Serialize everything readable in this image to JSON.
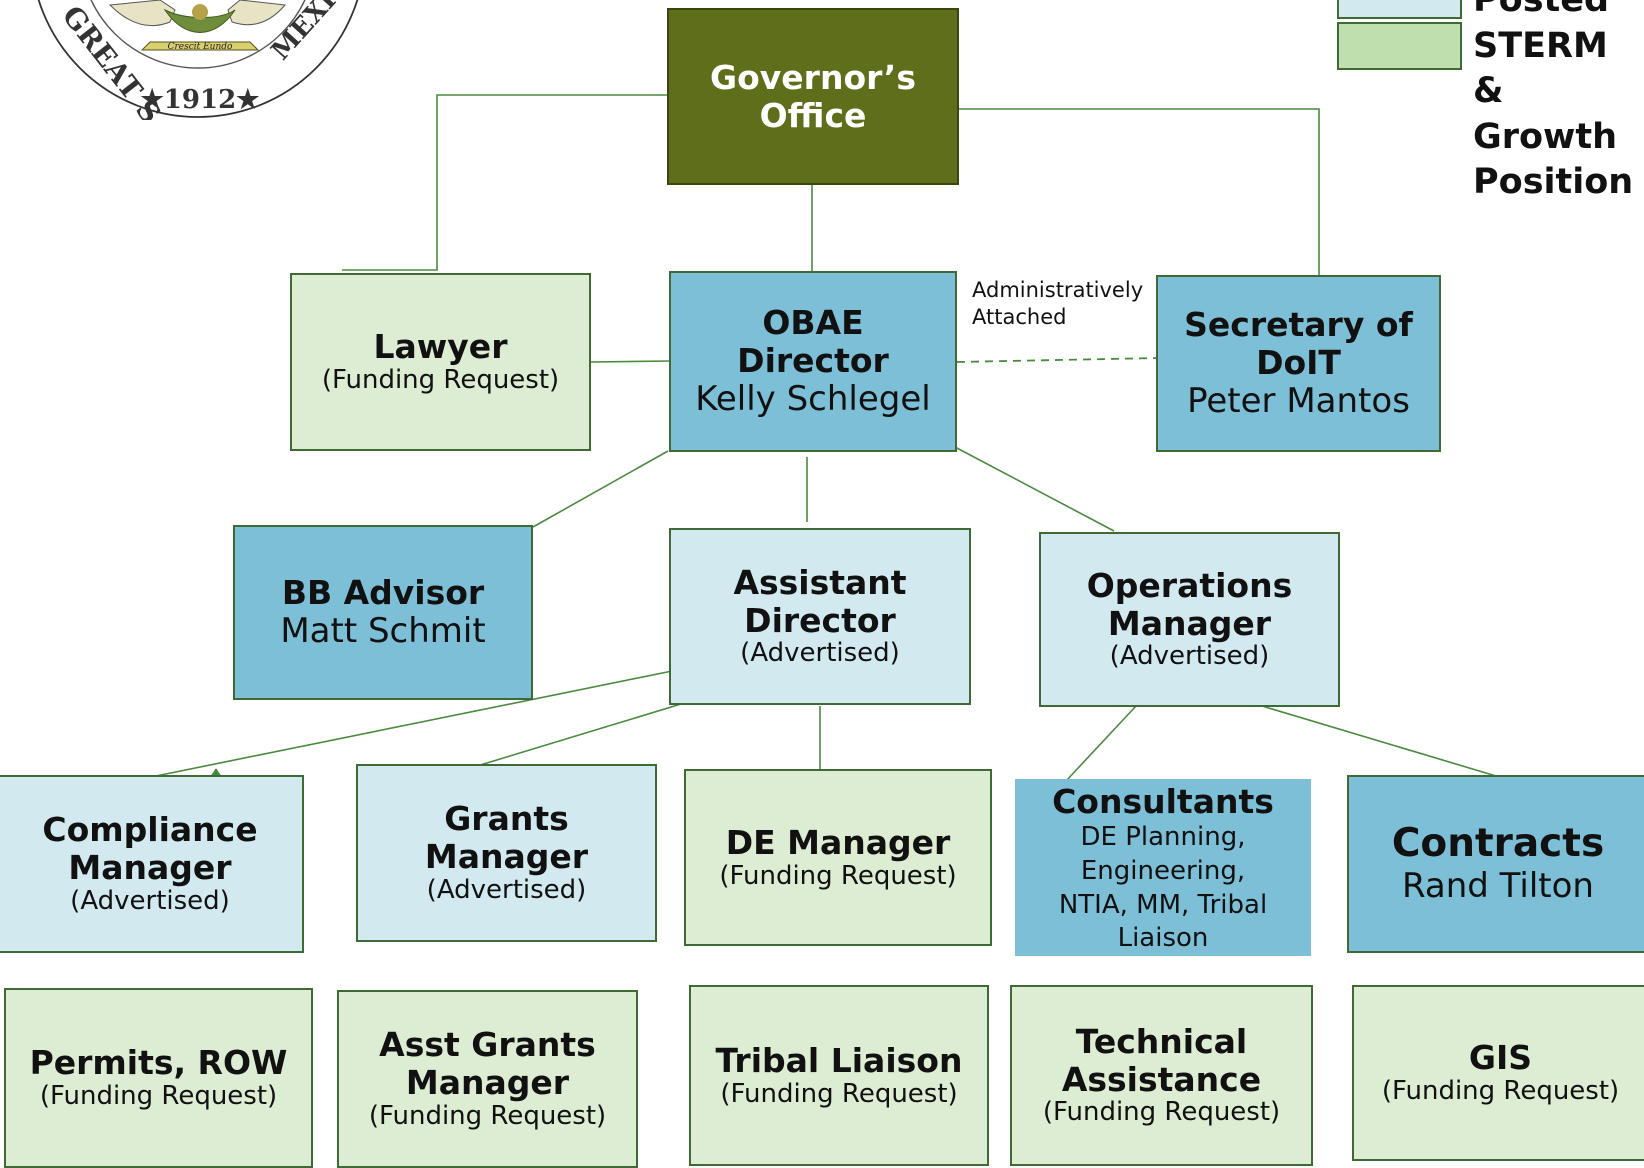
{
  "seal": {
    "ring_text_left": "GREAT S",
    "ring_text_bottom": "★1912★",
    "ring_text_right": "MEXICO",
    "banner": "Crescit Eundo"
  },
  "legend": {
    "line1": "Posted",
    "line2": "STERM &",
    "line3": "Growth",
    "line4": "Position"
  },
  "annotation": {
    "line1": "Administratively",
    "line2": "Attached"
  },
  "nodes": {
    "governor": {
      "line1": "Governor’s",
      "line2": "Office"
    },
    "lawyer": {
      "title": "Lawyer",
      "sub": "(Funding Request)"
    },
    "obae": {
      "line1": "OBAE",
      "line2": "Director",
      "name": "Kelly Schlegel"
    },
    "secretary": {
      "line1": "Secretary of",
      "line2": "DoIT",
      "name": "Peter Mantos"
    },
    "bb_advisor": {
      "title": "BB Advisor",
      "name": "Matt Schmit"
    },
    "assistant_director": {
      "line1": "Assistant",
      "line2": "Director",
      "sub": "(Advertised)"
    },
    "operations_manager": {
      "line1": "Operations",
      "line2": "Manager",
      "sub": "(Advertised)"
    },
    "compliance_manager": {
      "line1": "Compliance",
      "line2": "Manager",
      "sub": "(Advertised)"
    },
    "grants_manager": {
      "line1": "Grants",
      "line2": "Manager",
      "sub": "(Advertised)"
    },
    "de_manager": {
      "title": "DE Manager",
      "sub": "(Funding Request)"
    },
    "consultants": {
      "title": "Consultants",
      "line1": "DE Planning,",
      "line2": "Engineering,",
      "line3": "NTIA, MM, Tribal",
      "line4": "Liaison"
    },
    "contracts": {
      "title": "Contracts",
      "name": "Rand Tilton"
    },
    "permits_row": {
      "title": "Permits, ROW",
      "sub": "(Funding Request)"
    },
    "asst_grants_manager": {
      "line1": "Asst Grants",
      "line2": "Manager",
      "sub": "(Funding Request)"
    },
    "tribal_liaison": {
      "title": "Tribal Liaison",
      "sub": "(Funding Request)"
    },
    "technical_assistance": {
      "line1": "Technical",
      "line2": "Assistance",
      "sub": "(Funding Request)"
    },
    "gis": {
      "title": "GIS",
      "sub": "(Funding Request)"
    }
  },
  "colors": {
    "governor_fill": "#5e6e1a",
    "filled_position": "#7cbfd6",
    "posted_position": "#d3e9f0",
    "sterm_growth_position": "#dcedd4",
    "connector": "#4a8a3e"
  }
}
